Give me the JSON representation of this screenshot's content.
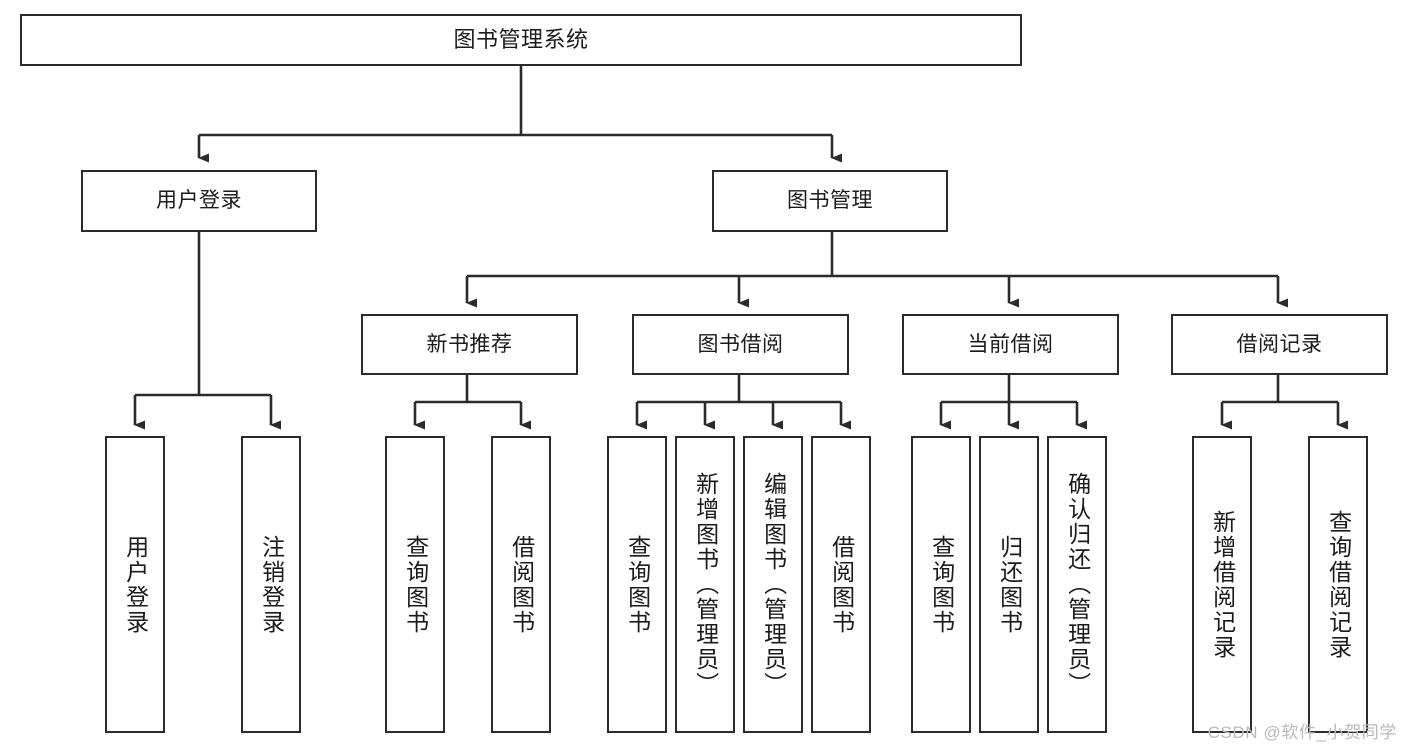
{
  "diagram": {
    "title": "图书管理系统",
    "type": "tree-hierarchy",
    "watermark": "CSDN @软件_小贺同学",
    "colors": {
      "stroke": "#2b2b2b",
      "fill": "#ffffff",
      "text": "#1b1b1b",
      "watermark": "#b9b9b9"
    },
    "levels": {
      "root": "图书管理系统",
      "level2": [
        "用户登录",
        "图书管理"
      ],
      "level3": [
        "新书推荐",
        "图书借阅",
        "当前借阅",
        "借阅记录"
      ]
    },
    "nodes": {
      "root": {
        "label": "图书管理系统"
      },
      "user_login": {
        "label": "用户登录"
      },
      "book_manage": {
        "label": "图书管理"
      },
      "new_book_rec": {
        "label": "新书推荐"
      },
      "book_borrow": {
        "label": "图书借阅"
      },
      "current_borrow": {
        "label": "当前借阅"
      },
      "borrow_record": {
        "label": "借阅记录"
      },
      "leaf_user_login": {
        "label": "用户登录"
      },
      "leaf_logout": {
        "label": "注销登录"
      },
      "leaf_query_book_a": {
        "label": "查询图书"
      },
      "leaf_borrow_book_a": {
        "label": "借阅图书"
      },
      "leaf_query_book_b": {
        "label": "查询图书"
      },
      "leaf_add_book": {
        "label": "新增图书（管理员）"
      },
      "leaf_edit_book": {
        "label": "编辑图书（管理员）"
      },
      "leaf_borrow_book_b": {
        "label": "借阅图书"
      },
      "leaf_query_book_c": {
        "label": "查询图书"
      },
      "leaf_return_book": {
        "label": "归还图书"
      },
      "leaf_confirm_return": {
        "label": "确认归还（管理员）"
      },
      "leaf_add_record": {
        "label": "新增借阅记录"
      },
      "leaf_query_record": {
        "label": "查询借阅记录"
      }
    },
    "edges": [
      {
        "from": "root",
        "to": "user_login"
      },
      {
        "from": "root",
        "to": "book_manage"
      },
      {
        "from": "user_login",
        "to": "leaf_user_login"
      },
      {
        "from": "user_login",
        "to": "leaf_logout"
      },
      {
        "from": "book_manage",
        "to": "new_book_rec"
      },
      {
        "from": "book_manage",
        "to": "book_borrow"
      },
      {
        "from": "book_manage",
        "to": "current_borrow"
      },
      {
        "from": "book_manage",
        "to": "borrow_record"
      },
      {
        "from": "new_book_rec",
        "to": "leaf_query_book_a"
      },
      {
        "from": "new_book_rec",
        "to": "leaf_borrow_book_a"
      },
      {
        "from": "book_borrow",
        "to": "leaf_query_book_b"
      },
      {
        "from": "book_borrow",
        "to": "leaf_add_book"
      },
      {
        "from": "book_borrow",
        "to": "leaf_edit_book"
      },
      {
        "from": "book_borrow",
        "to": "leaf_borrow_book_b"
      },
      {
        "from": "current_borrow",
        "to": "leaf_query_book_c"
      },
      {
        "from": "current_borrow",
        "to": "leaf_return_book"
      },
      {
        "from": "current_borrow",
        "to": "leaf_confirm_return"
      },
      {
        "from": "borrow_record",
        "to": "leaf_add_record"
      },
      {
        "from": "borrow_record",
        "to": "leaf_query_record"
      }
    ]
  }
}
